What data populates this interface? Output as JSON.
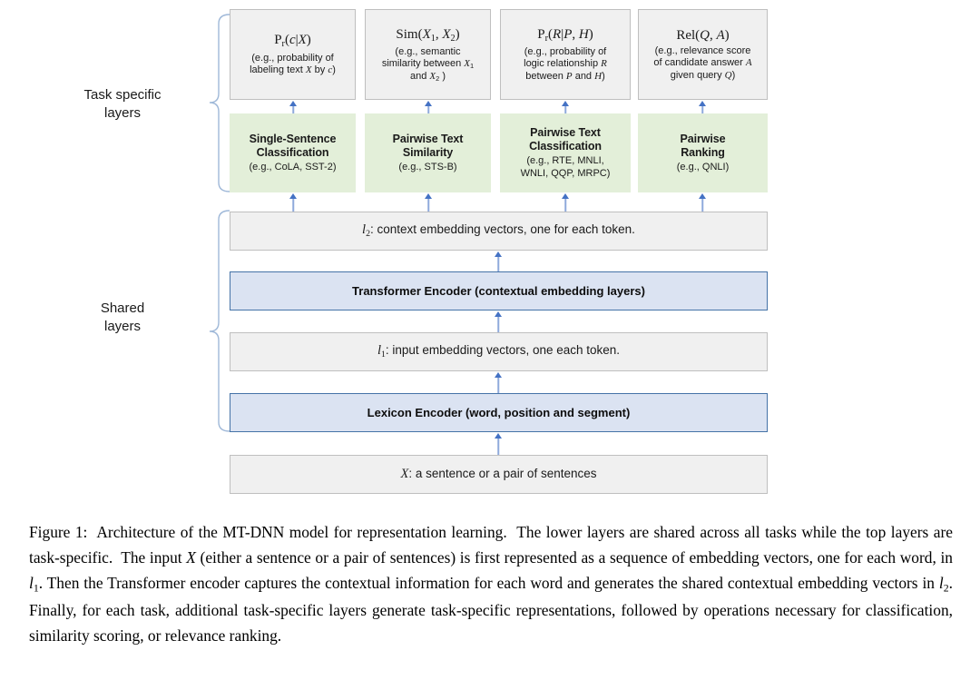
{
  "figure": {
    "brace_labels": [
      {
        "id": "task-specific",
        "line1": "Task specific",
        "line2": "layers"
      },
      {
        "id": "shared",
        "line1": "Shared",
        "line2": "layers"
      }
    ],
    "output_boxes": [
      {
        "id": "pr-c-given-x",
        "formula": "Pr(c|X)",
        "lines": [
          "(e.g., probability of",
          "labeling text X by c)"
        ]
      },
      {
        "id": "sim-x1-x2",
        "formula": "Sim(X1, X2)",
        "lines": [
          "(e.g., semantic",
          "similarity between X1",
          "and X2 )"
        ]
      },
      {
        "id": "pr-r-given-p-h",
        "formula": "Pr(R|P, H)",
        "lines": [
          "(e.g., probability of",
          "logic relationship R",
          "between P and H)"
        ]
      },
      {
        "id": "rel-q-a",
        "formula": "Rel(Q, A)",
        "lines": [
          "(e.g., relevance score",
          "of candidate answer A",
          "given query Q)"
        ]
      }
    ],
    "task_boxes": [
      {
        "id": "single-sentence-classification",
        "title_lines": [
          "Single-Sentence",
          "Classification"
        ],
        "examples": "(e.g., CoLA, SST-2)"
      },
      {
        "id": "pairwise-text-similarity",
        "title_lines": [
          "Pairwise Text",
          "Similarity"
        ],
        "examples": "(e.g., STS-B)"
      },
      {
        "id": "pairwise-text-classification",
        "title_lines": [
          "Pairwise Text",
          "Classification"
        ],
        "examples": "(e.g., RTE, MNLI, WNLI, QQP, MRPC)",
        "examples_lines": [
          "(e.g., RTE, MNLI,",
          "WNLI, QQP, MRPC)"
        ]
      },
      {
        "id": "pairwise-ranking",
        "title_lines": [
          "Pairwise",
          "Ranking"
        ],
        "examples": "(e.g., QNLI)"
      }
    ],
    "shared_rows": [
      {
        "id": "l2-context-embedding",
        "style": "gray",
        "label": "l2: context embedding vectors, one for each token."
      },
      {
        "id": "transformer-encoder",
        "style": "blue",
        "label": "Transformer Encoder (contextual embedding layers)"
      },
      {
        "id": "l1-input-embedding",
        "style": "gray",
        "label": "l1: input embedding vectors, one each token."
      },
      {
        "id": "lexicon-encoder",
        "style": "blue",
        "label": "Lexicon Encoder (word, position and segment)"
      }
    ],
    "input_box": {
      "id": "input-x",
      "label": "X: a sentence or a pair of sentences"
    },
    "colors": {
      "gray_fill": "#f0f0f0",
      "gray_border": "#bfbfbf",
      "green_fill": "#e3efd9",
      "green_border": "#94b96b",
      "blue_fill": "#dbe3f2",
      "blue_border": "#4573a7",
      "arrow": "#8faadc",
      "arrow_head": "#4472c4"
    }
  },
  "caption": {
    "label": "Figure 1:",
    "text": "Architecture of the MT-DNN model for representation learning. The lower layers are shared across all tasks while the top layers are task-specific. The input X (either a sentence or a pair of sentences) is first represented as a sequence of embedding vectors, one for each word, in l1. Then the Transformer encoder captures the contextual information for each word and generates the shared contextual embedding vectors in l2. Finally, for each task, additional task-specific layers generate task-specific representations, followed by operations necessary for classification, similarity scoring, or relevance ranking."
  }
}
